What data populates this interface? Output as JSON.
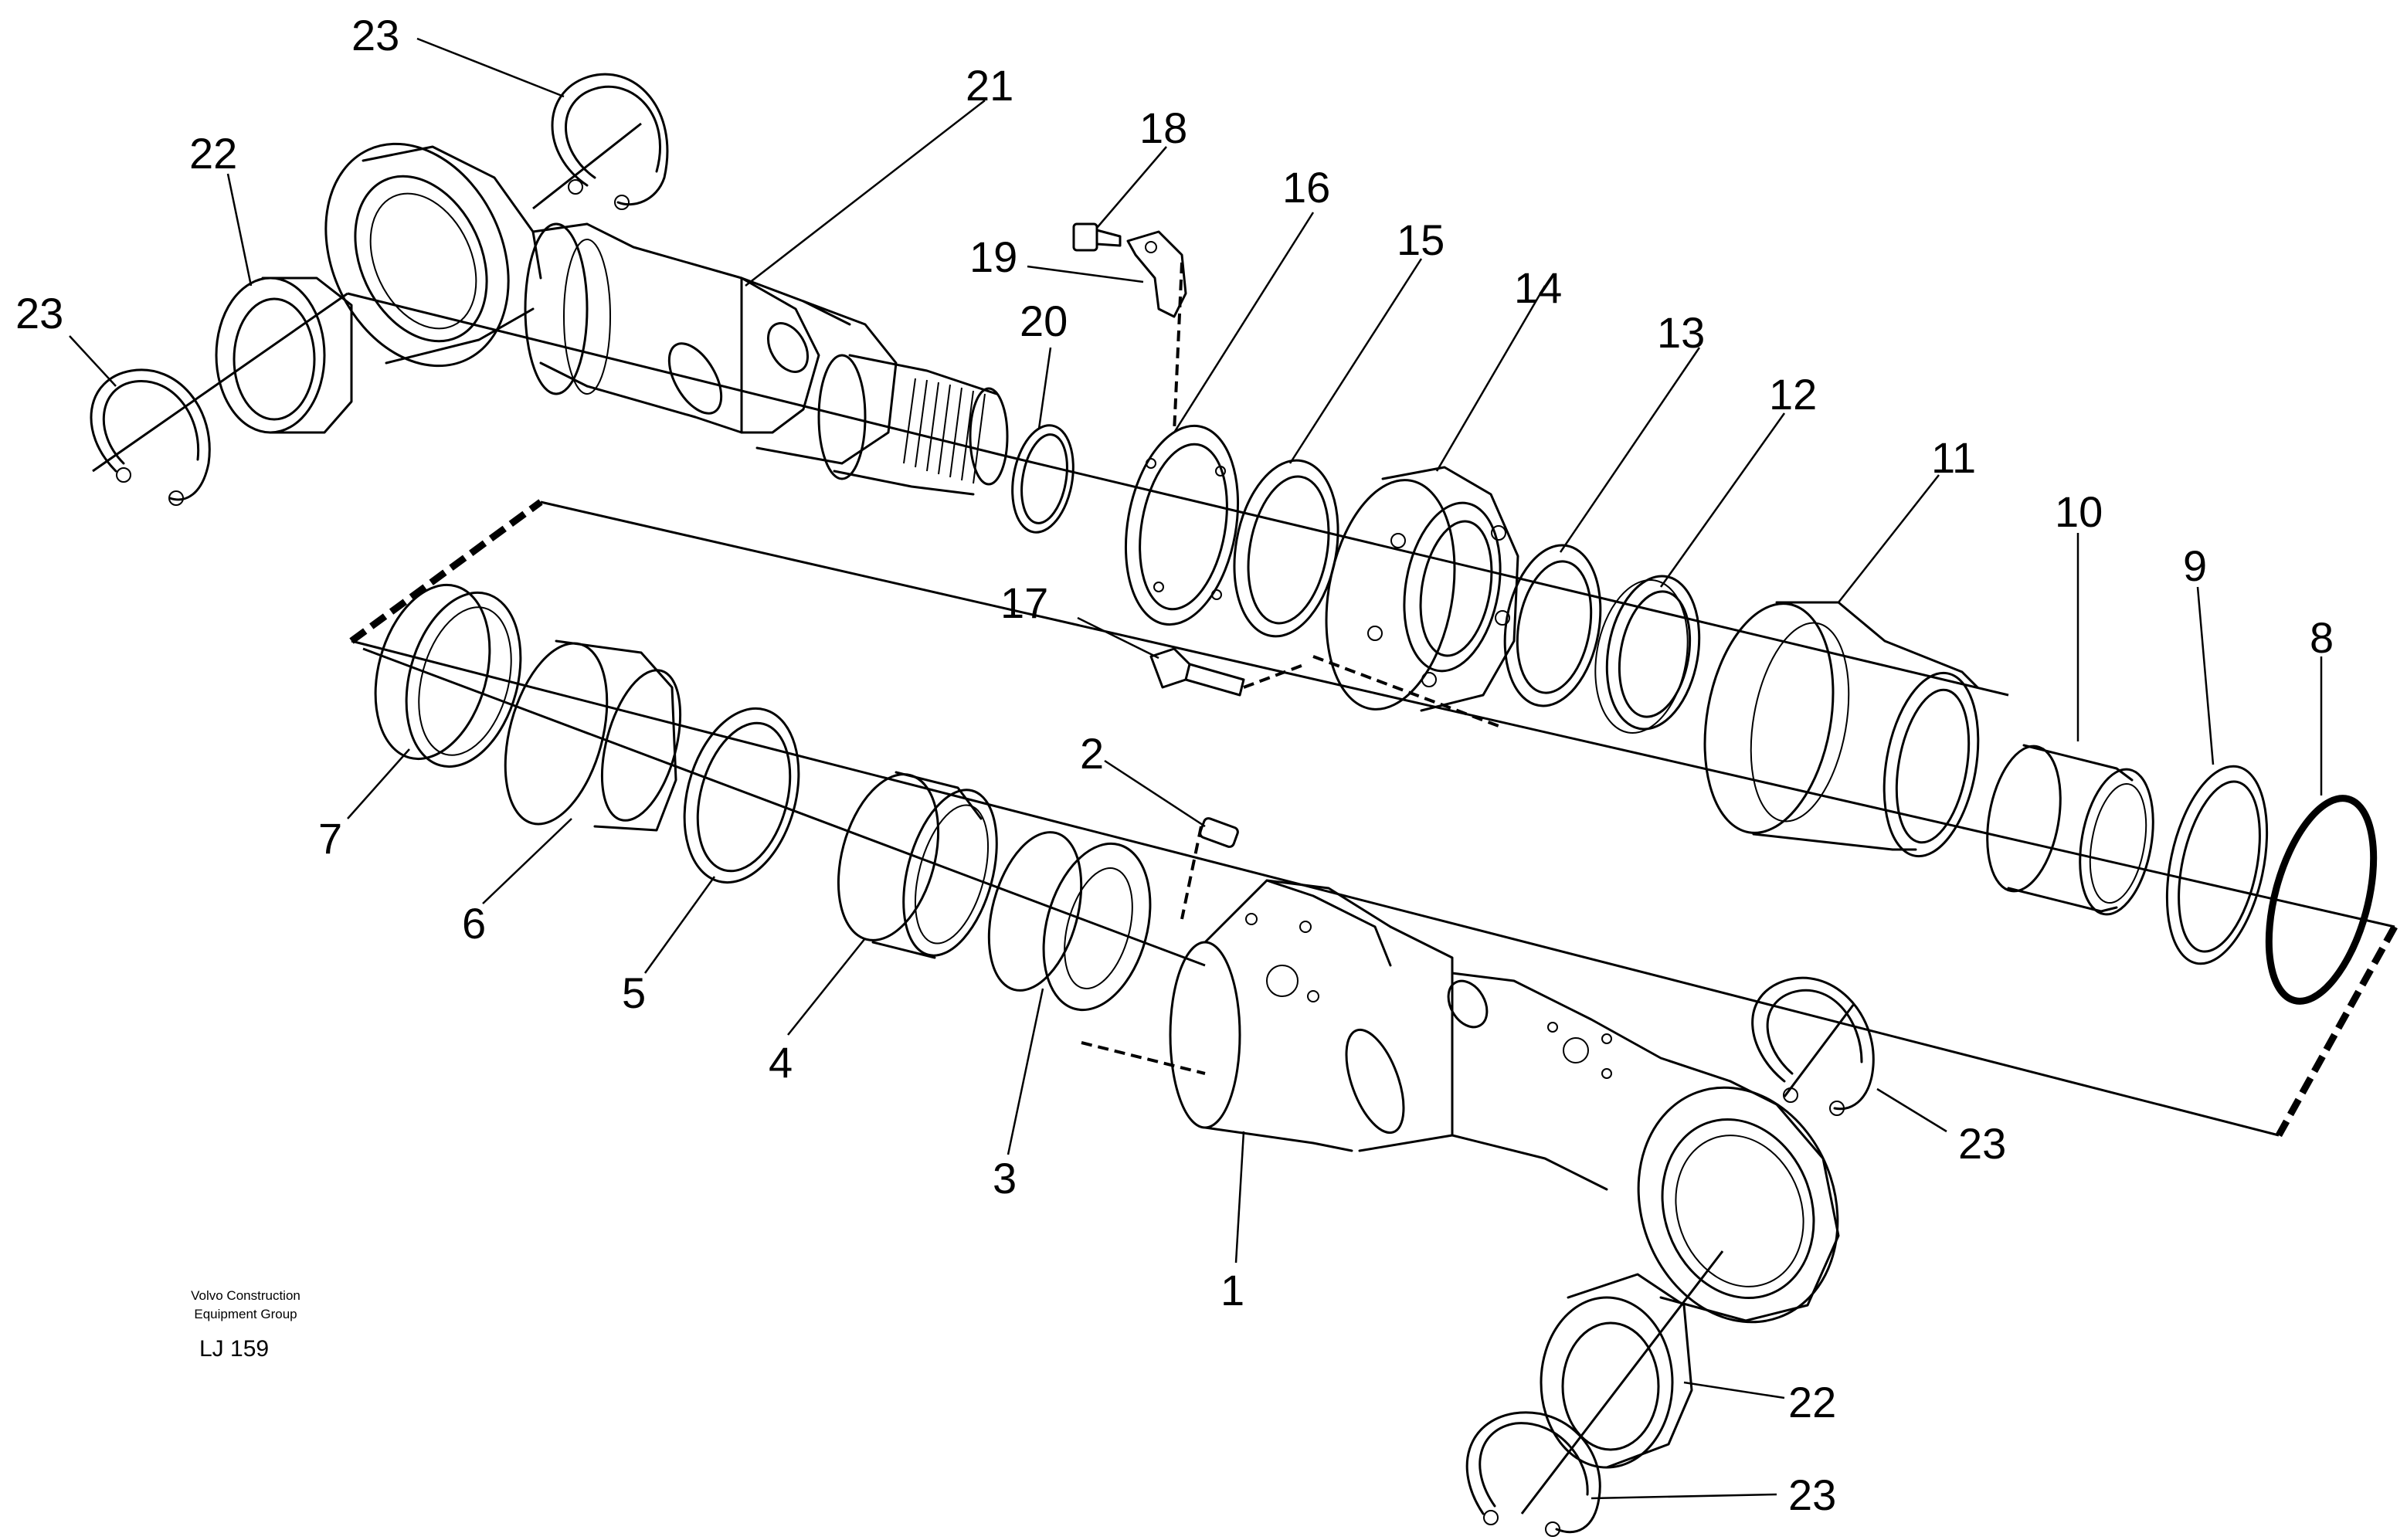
{
  "figure": {
    "callouts": [
      {
        "id": "c23a",
        "text": "23"
      },
      {
        "id": "c22a",
        "text": "22"
      },
      {
        "id": "c23b",
        "text": "23"
      },
      {
        "id": "c21",
        "text": "21"
      },
      {
        "id": "c18",
        "text": "18"
      },
      {
        "id": "c19",
        "text": "19"
      },
      {
        "id": "c16",
        "text": "16"
      },
      {
        "id": "c20",
        "text": "20"
      },
      {
        "id": "c15",
        "text": "15"
      },
      {
        "id": "c14",
        "text": "14"
      },
      {
        "id": "c13",
        "text": "13"
      },
      {
        "id": "c12",
        "text": "12"
      },
      {
        "id": "c11",
        "text": "11"
      },
      {
        "id": "c10",
        "text": "10"
      },
      {
        "id": "c9",
        "text": "9"
      },
      {
        "id": "c8",
        "text": "8"
      },
      {
        "id": "c17",
        "text": "17"
      },
      {
        "id": "c2",
        "text": "2"
      },
      {
        "id": "c7",
        "text": "7"
      },
      {
        "id": "c6",
        "text": "6"
      },
      {
        "id": "c5",
        "text": "5"
      },
      {
        "id": "c4",
        "text": "4"
      },
      {
        "id": "c3",
        "text": "3"
      },
      {
        "id": "c1",
        "text": "1"
      },
      {
        "id": "c23c",
        "text": "23"
      },
      {
        "id": "c22b",
        "text": "22"
      },
      {
        "id": "c23d",
        "text": "23"
      }
    ],
    "caption_line1": "Volvo Construction",
    "caption_line2": "Equipment Group",
    "drawing_number": "LJ 159"
  }
}
